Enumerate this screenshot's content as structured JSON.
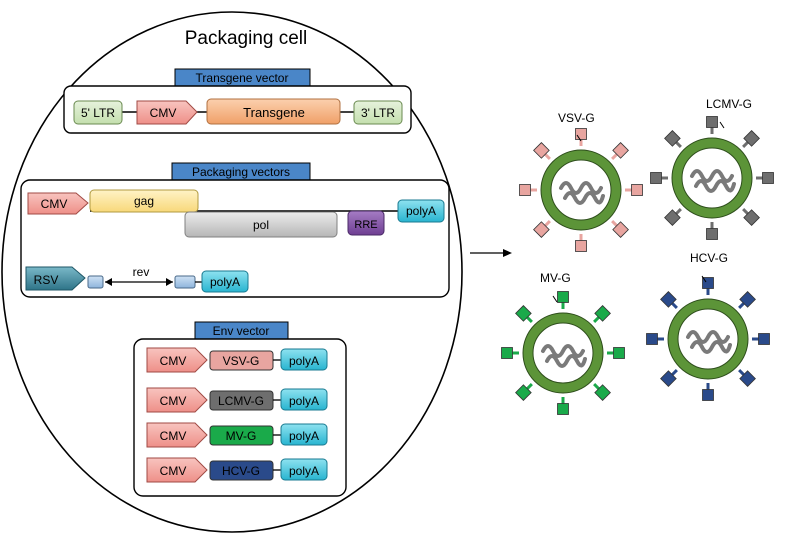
{
  "title": "Packaging cell",
  "transgene_section": {
    "header": "Transgene vector",
    "ltr5": "5' LTR",
    "cmv": "CMV",
    "transgene": "Transgene",
    "ltr3": "3' LTR"
  },
  "packaging_section": {
    "header": "Packaging vectors",
    "cmv": "CMV",
    "gag": "gag",
    "pol": "pol",
    "rre": "RRE",
    "polya": "polyA",
    "rsv": "RSV",
    "rev": "rev",
    "polya2": "polyA"
  },
  "env_section": {
    "header": "Env vector",
    "rows": [
      {
        "promoter": "CMV",
        "gene": "VSV-G",
        "polya": "polyA",
        "color": "#e8a5a0"
      },
      {
        "promoter": "CMV",
        "gene": "LCMV-G",
        "polya": "polyA",
        "color": "#6e6e6e"
      },
      {
        "promoter": "CMV",
        "gene": "MV-G",
        "polya": "polyA",
        "color": "#1aaa4a"
      },
      {
        "promoter": "CMV",
        "gene": "HCV-G",
        "polya": "polyA",
        "color": "#2a4a8a"
      }
    ]
  },
  "viruses": [
    {
      "label": "VSV-G",
      "spike_color": "#e8a5a0"
    },
    {
      "label": "LCMV-G",
      "spike_color": "#6e6e6e"
    },
    {
      "label": "MV-G",
      "spike_color": "#1aaa4a"
    },
    {
      "label": "HCV-G",
      "spike_color": "#2a4a8a"
    }
  ],
  "colors": {
    "header_fill": "#4a86c8",
    "cmv_fill": "#f3a29c",
    "ltr_fill": "#d5e8c4",
    "transgene_fill": "#f5b58a",
    "gag_fill": "#fbe49a",
    "pol_fill": "#cccccc",
    "rre_fill": "#8a5aa8",
    "polya_fill": "#40c4dc",
    "rsv_fill": "#3f8ea2",
    "membrane": "#5c9438"
  }
}
